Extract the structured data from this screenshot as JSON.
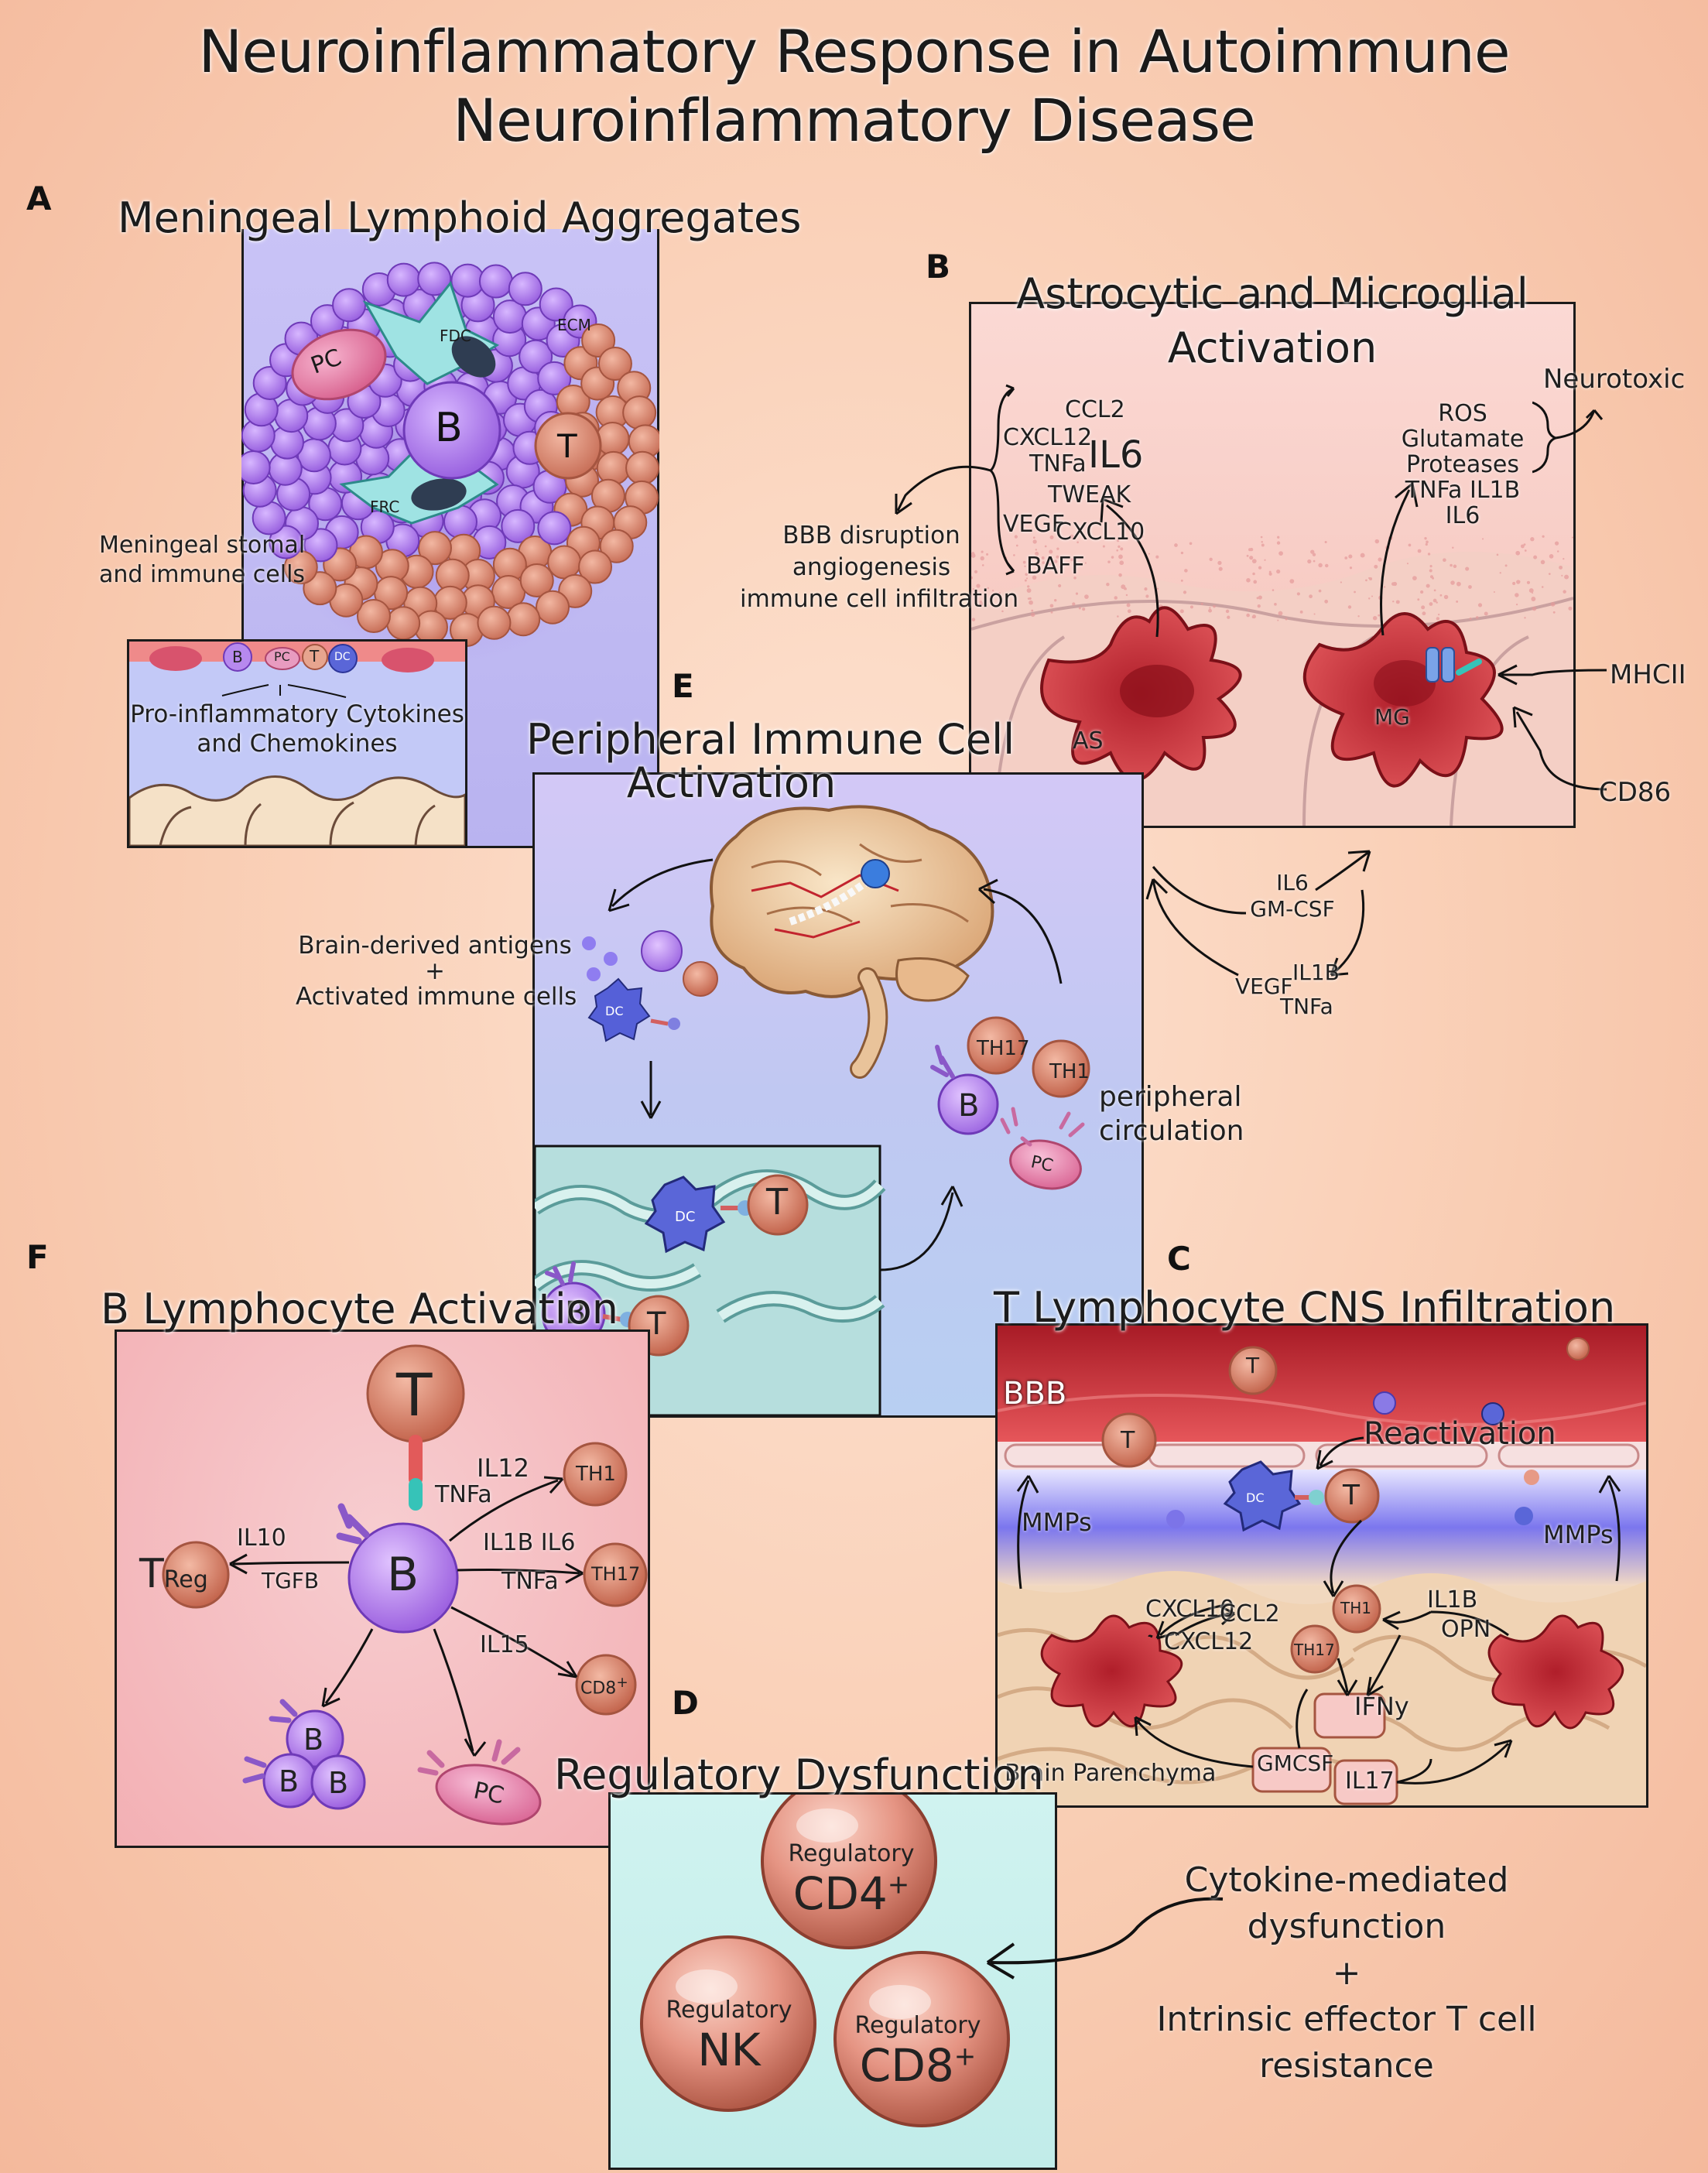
{
  "title": "Neuroinflammatory Response in Autoimmune Neuroinflammatory Disease",
  "panels": {
    "a": {
      "letter": "A",
      "title": "Meningeal Lymphoid Aggregates",
      "labels": {
        "pc": "PC",
        "b": "B",
        "t": "T",
        "fdc": "FDC",
        "frc": "FRC",
        "ecm": "ECM",
        "stromal_1": "Meningeal stomal",
        "stromal_2": "and immune cells",
        "cyto_1": "Pro-inflammatory Cytokines",
        "cyto_2": "and Chemokines",
        "mini_b": "B",
        "mini_pc": "PC",
        "mini_t": "T",
        "mini_dc": "DC"
      }
    },
    "b": {
      "letter": "B",
      "title_1": "Astrocytic and Microglial",
      "title_2": "Activation",
      "astro_factors": [
        "CCL2",
        "CXCL12",
        "TNFa",
        "IL6",
        "TWEAK",
        "VEGF",
        "CXCL10",
        "BAFF"
      ],
      "effects": [
        "BBB disruption",
        "angiogenesis",
        "immune cell infiltration"
      ],
      "micro_factors": [
        "ROS",
        "Glutamate",
        "Proteases",
        "TNFa IL1B",
        "IL6"
      ],
      "neurotoxic": "Neurotoxic",
      "as": "AS",
      "mg": "MG",
      "mhcii": "MHCII",
      "cd86": "CD86",
      "cross_top": [
        "IL6",
        "GM-CSF"
      ],
      "cross_bottom": [
        "VEGF",
        "IL1B",
        "TNFa"
      ]
    },
    "c": {
      "letter": "C",
      "title": "T Lymphocyte CNS Infiltration",
      "bbb": "BBB",
      "reactivation": "Reactivation",
      "mmps": "MMPs",
      "chemokines": [
        "CXCL10",
        "CCL2",
        "CXCL12"
      ],
      "il1b": "IL1B",
      "opn": "OPN",
      "th1": "TH1",
      "th17": "TH17",
      "ifny": "IFNy",
      "gmcsf": "GMCSF",
      "il17": "IL17",
      "t": "T",
      "dc": "DC",
      "parenchyma": "Brain Parenchyma"
    },
    "d": {
      "letter": "D",
      "title": "Regulatory Dysfunction",
      "cells": [
        {
          "top": "Regulatory",
          "main": "CD4",
          "sup": "+"
        },
        {
          "top": "Regulatory",
          "main": "NK",
          "sup": ""
        },
        {
          "top": "Regulatory",
          "main": "CD8",
          "sup": "+"
        }
      ],
      "cause_1": "Cytokine-mediated",
      "cause_2": "dysfunction",
      "plus": "+",
      "cause_3": "Intrinsic effector T cell",
      "cause_4": "resistance"
    },
    "e": {
      "letter": "E",
      "title_1": "Peripheral Immune Cell",
      "title_2": "Activation",
      "antigens_1": "Brain-derived antigens",
      "plus": "+",
      "antigens_2": "Activated immune cells",
      "th17": "TH17",
      "th1": "TH1",
      "b": "B",
      "pc": "PC",
      "dc": "DC",
      "t": "T",
      "circ_1": "peripheral",
      "circ_2": "circulation"
    },
    "f": {
      "letter": "F",
      "title": "B Lymphocyte Activation",
      "t": "T",
      "b": "B",
      "treg_t": "T",
      "treg_sub": "Reg",
      "il10": "IL10",
      "tgfb": "TGFB",
      "il12": "IL12",
      "tnfa1": "TNFa",
      "il1b_il6": "IL1B IL6",
      "tnfa2": "TNFa",
      "il15": "IL15",
      "th1": "TH1",
      "th17": "TH17",
      "cd8": "CD8",
      "cd8_sup": "+",
      "pc": "PC"
    }
  }
}
